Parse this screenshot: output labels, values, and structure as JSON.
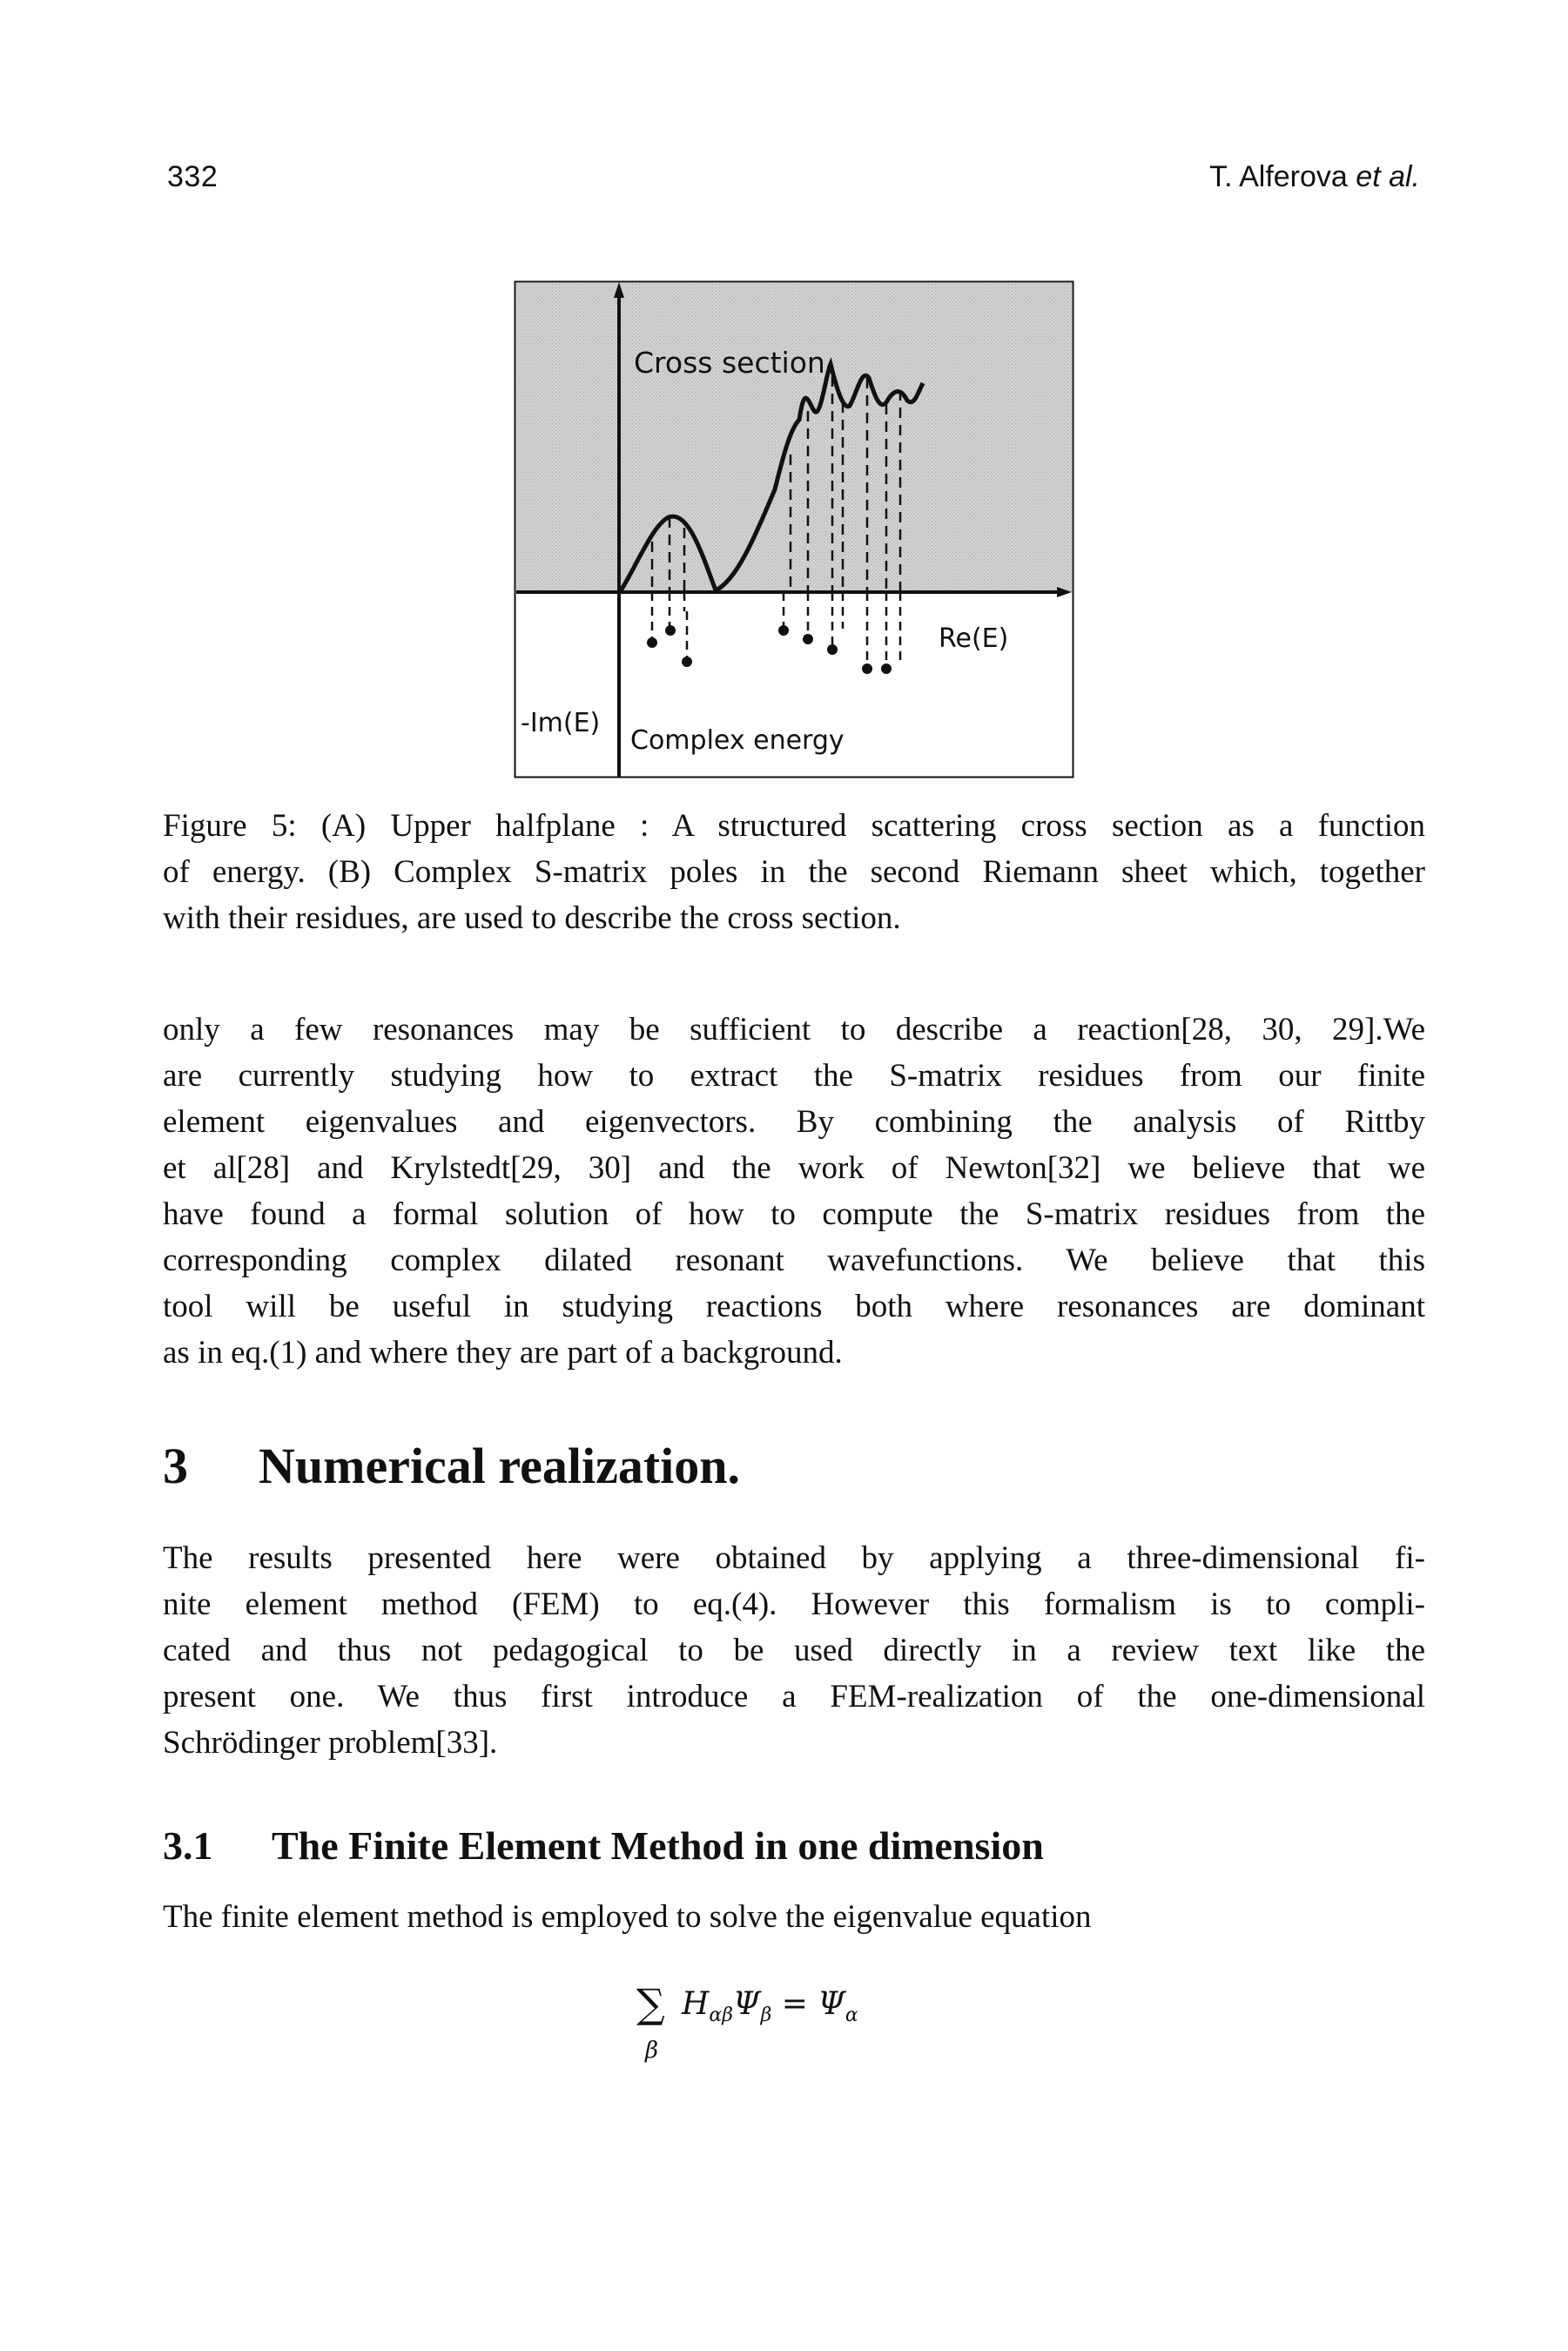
{
  "header": {
    "page_number": "332",
    "running_head_author": "T. Alferova",
    "running_head_etal": "et al."
  },
  "figure": {
    "label_cross_section": "Cross section",
    "label_re": "Re(E)",
    "label_im": "-Im(E)",
    "label_complex_energy": "Complex energy"
  },
  "caption": {
    "lines": [
      "Figure 5: (A) Upper halfplane : A structured scattering cross section as a function",
      "of energy. (B) Complex S-matrix poles in the second Riemann sheet which, together",
      "with their residues, are used to describe the cross section."
    ]
  },
  "paragraph1": {
    "lines": [
      "only a few resonances may be sufficient to describe a reaction[28, 30, 29].We",
      "are currently studying how to extract the S-matrix residues from our finite",
      "element eigenvalues and eigenvectors. By combining the analysis of Rittby",
      "et al[28] and Krylstedt[29, 30] and the work of Newton[32] we believe that we",
      "have found a formal solution of how to compute the S-matrix residues from the",
      "corresponding complex dilated resonant wavefunctions. We believe that this",
      "tool will be useful in studying reactions both where resonances are dominant",
      "as in eq.(1) and where they are part of a background."
    ]
  },
  "section3": {
    "number": "3",
    "title": "Numerical realization."
  },
  "paragraph2": {
    "lines": [
      "The results presented here were obtained by applying a three-dimensional fi-",
      "nite element method (FEM) to eq.(4). However this formalism is to compli-",
      "cated and thus not pedagogical to be used directly in a review text like the",
      "present one. We thus first introduce a FEM-realization of the one-dimensional",
      "Schrödinger problem[33]."
    ]
  },
  "section3_1": {
    "number": "3.1",
    "title": "The Finite Element Method in one dimension"
  },
  "paragraph3": {
    "lines": [
      "The finite element method is employed to solve the eigenvalue equation"
    ]
  },
  "equation": {
    "text": "Σ H_αβ Ψ_β = Ψ_α",
    "sum_index": "β"
  }
}
